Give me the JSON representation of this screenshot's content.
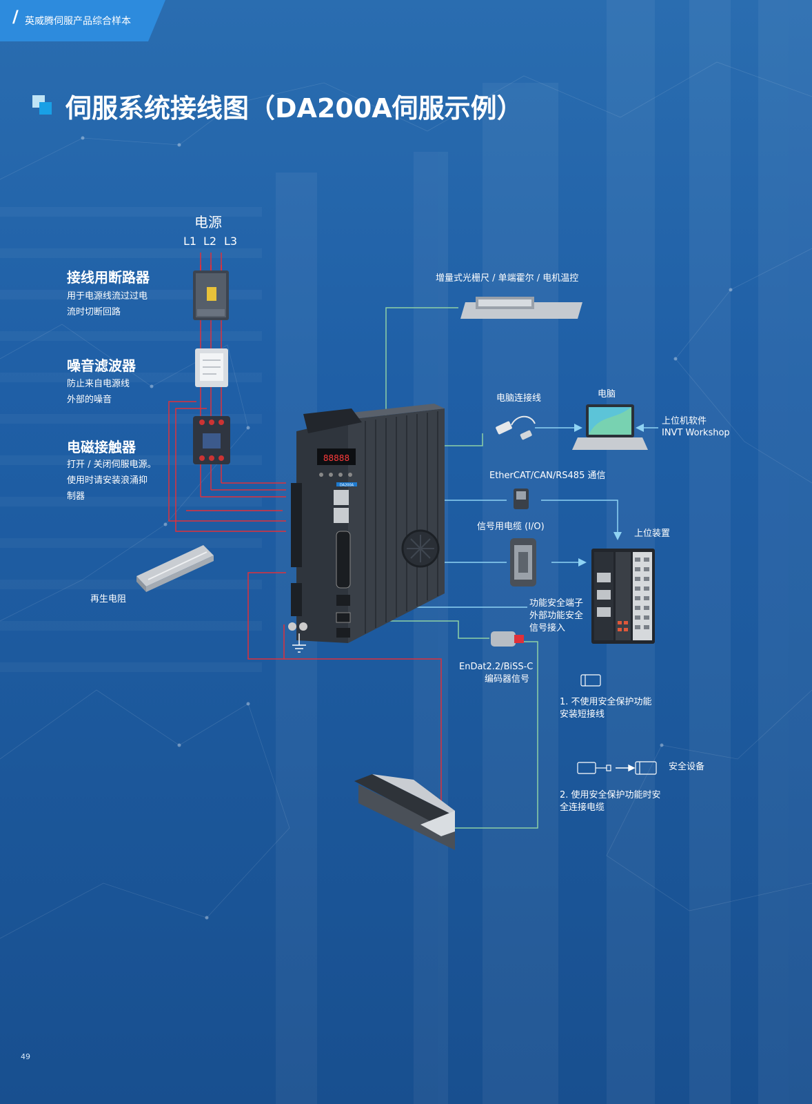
{
  "header": {
    "catalog_title": "英威腾伺服产品综合样本"
  },
  "title": "伺服系统接线图（DA200A伺服示例）",
  "power": {
    "label": "电源",
    "phases": [
      "L1",
      "L2",
      "L3"
    ]
  },
  "breaker": {
    "title": "接线用断路器",
    "desc": [
      "用于电源线流过过电",
      "流时切断回路"
    ]
  },
  "filter": {
    "title": "噪音滤波器",
    "desc": [
      "防止来自电源线",
      "外部的噪音"
    ]
  },
  "contactor": {
    "title": "电磁接触器",
    "desc": [
      "打开 / 关闭伺服电源。",
      "使用时请安装浪涌抑",
      "制器"
    ]
  },
  "regen": {
    "label": "再生电阻"
  },
  "scale": {
    "label": "增量式光栅尺 / 单端霍尔 / 电机温控"
  },
  "pc_cable": {
    "label": "电脑连接线"
  },
  "pc": {
    "label": "电脑"
  },
  "software": {
    "line1": "上位机软件",
    "line2": "INVT Workshop"
  },
  "comm": {
    "label": "EtherCAT/CAN/RS485 通信"
  },
  "io_cable": {
    "label": "信号用电缆 (I/O)"
  },
  "host": {
    "label": "上位装置"
  },
  "safety_terminal": {
    "lines": [
      "功能安全端子",
      "外部功能安全",
      "信号接入"
    ]
  },
  "encoder": {
    "line1": "EnDat2.2/BiSS-C",
    "line2": "编码器信号"
  },
  "option1": {
    "line1": "1. 不使用安全保护功能",
    "line2": "安装短接线"
  },
  "safety_device": {
    "label": "安全设备"
  },
  "option2": {
    "line1": "2. 使用安全保护功能时安",
    "line2": "全连接电缆"
  },
  "drive": {
    "display": "88888",
    "model": "DA200A"
  },
  "page_number": "49"
}
